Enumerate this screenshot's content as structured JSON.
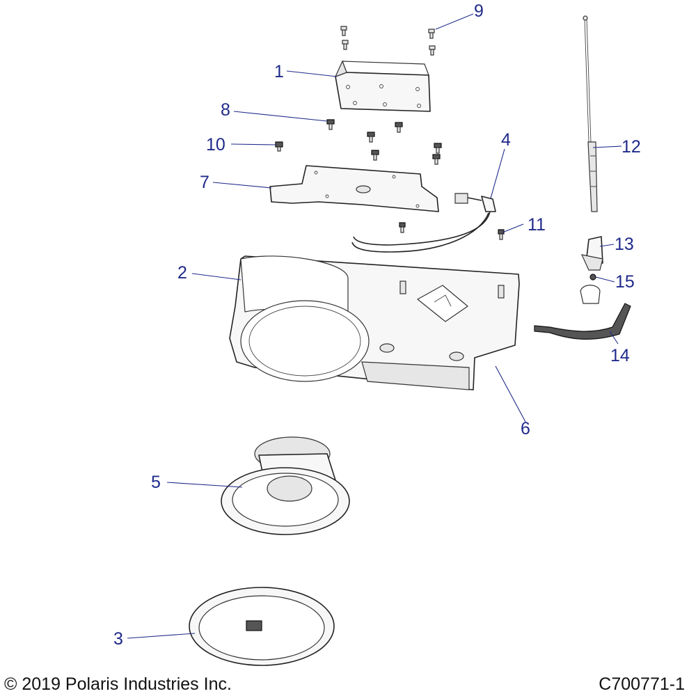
{
  "callouts": [
    "1",
    "2",
    "3",
    "4",
    "5",
    "6",
    "7",
    "8",
    "9",
    "10",
    "11",
    "12",
    "13",
    "14",
    "15"
  ],
  "footer": {
    "copyright": "© 2019 Polaris Industries Inc.",
    "figure_id": "C700771-1"
  },
  "colors": {
    "callout_text": "#1f2a8a",
    "line_art": "#222222"
  }
}
